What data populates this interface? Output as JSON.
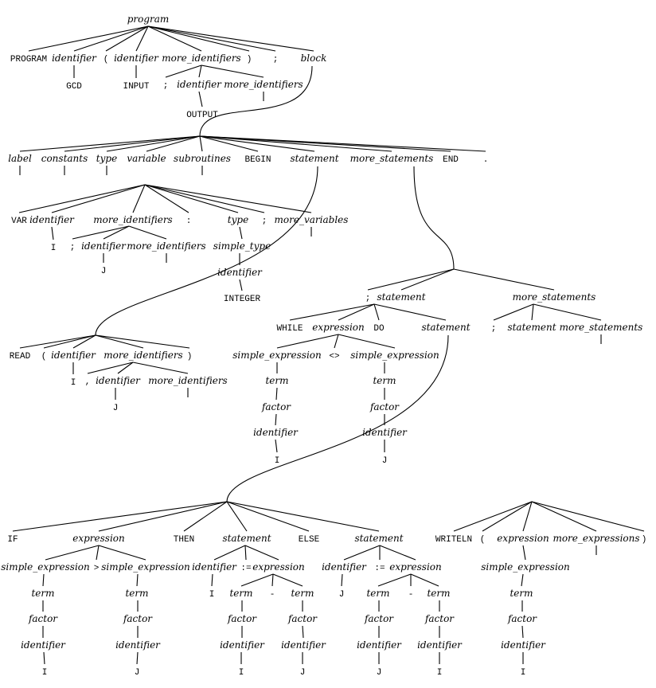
{
  "nodes": [
    {
      "id": "program",
      "label": "program",
      "kind": "nt"
    },
    {
      "id": "p_program",
      "label": "PROGRAM",
      "kind": "t",
      "parent": "program"
    },
    {
      "id": "p_id1",
      "label": "identifier",
      "kind": "nt",
      "parent": "program"
    },
    {
      "id": "p_gcd",
      "label": "GCD",
      "kind": "t",
      "parent": "p_id1"
    },
    {
      "id": "p_lp",
      "label": "(",
      "kind": "t",
      "parent": "program"
    },
    {
      "id": "p_id2",
      "label": "identifier",
      "kind": "nt",
      "parent": "program"
    },
    {
      "id": "p_input",
      "label": "INPUT",
      "kind": "t",
      "parent": "p_id2"
    },
    {
      "id": "p_mi",
      "label": "more_identifiers",
      "kind": "nt",
      "parent": "program"
    },
    {
      "id": "p_mi_semi",
      "label": ";",
      "kind": "t",
      "parent": "p_mi"
    },
    {
      "id": "p_mi_id",
      "label": "identifier",
      "kind": "nt",
      "parent": "p_mi"
    },
    {
      "id": "p_output",
      "label": "OUTPUT",
      "kind": "t",
      "parent": "p_mi_id"
    },
    {
      "id": "p_mi_mi",
      "label": "more_identifiers",
      "kind": "nt",
      "parent": "p_mi",
      "empty": true
    },
    {
      "id": "p_rp",
      "label": ")",
      "kind": "t",
      "parent": "program"
    },
    {
      "id": "p_semi",
      "label": ";",
      "kind": "t",
      "parent": "program"
    },
    {
      "id": "p_block",
      "label": "block",
      "kind": "nt",
      "parent": "program"
    },
    {
      "id": "b_label",
      "label": "label",
      "kind": "nt",
      "parent": "p_block",
      "curve": true,
      "empty": true
    },
    {
      "id": "b_constants",
      "label": "constants",
      "kind": "nt",
      "parent": "p_block",
      "empty": true
    },
    {
      "id": "b_type",
      "label": "type",
      "kind": "nt",
      "parent": "p_block",
      "empty": true
    },
    {
      "id": "b_variable",
      "label": "variable",
      "kind": "nt",
      "parent": "p_block"
    },
    {
      "id": "b_subroutines",
      "label": "subroutines",
      "kind": "nt",
      "parent": "p_block",
      "empty": true
    },
    {
      "id": "b_begin",
      "label": "BEGIN",
      "kind": "t",
      "parent": "p_block"
    },
    {
      "id": "b_statement",
      "label": "statement",
      "kind": "nt",
      "parent": "p_block"
    },
    {
      "id": "b_morestmts",
      "label": "more_statements",
      "kind": "nt",
      "parent": "p_block"
    },
    {
      "id": "b_end",
      "label": "END",
      "kind": "t",
      "parent": "p_block"
    },
    {
      "id": "b_dot",
      "label": ".",
      "kind": "t",
      "parent": "p_block"
    },
    {
      "id": "v_var",
      "label": "VAR",
      "kind": "t",
      "parent": "b_variable"
    },
    {
      "id": "v_id",
      "label": "identifier",
      "kind": "nt",
      "parent": "b_variable"
    },
    {
      "id": "v_i",
      "label": "I",
      "kind": "t",
      "parent": "v_id"
    },
    {
      "id": "v_mi",
      "label": "more_identifiers",
      "kind": "nt",
      "parent": "b_variable"
    },
    {
      "id": "v_mi_semi",
      "label": ";",
      "kind": "t",
      "parent": "v_mi"
    },
    {
      "id": "v_mi_id",
      "label": "identifier",
      "kind": "nt",
      "parent": "v_mi"
    },
    {
      "id": "v_j",
      "label": "J",
      "kind": "t",
      "parent": "v_mi_id"
    },
    {
      "id": "v_mi_mi",
      "label": "more_identifiers",
      "kind": "nt",
      "parent": "v_mi",
      "empty": true
    },
    {
      "id": "v_colon",
      "label": ":",
      "kind": "t",
      "parent": "b_variable"
    },
    {
      "id": "v_type",
      "label": "type",
      "kind": "nt",
      "parent": "b_variable"
    },
    {
      "id": "v_st",
      "label": "simple_type",
      "kind": "nt",
      "parent": "v_type"
    },
    {
      "id": "v_st_id",
      "label": "identifier",
      "kind": "nt",
      "parent": "v_st"
    },
    {
      "id": "v_integer",
      "label": "INTEGER",
      "kind": "t",
      "parent": "v_st_id"
    },
    {
      "id": "v_semi",
      "label": ";",
      "kind": "t",
      "parent": "b_variable"
    },
    {
      "id": "v_mv",
      "label": "more_variables",
      "kind": "nt",
      "parent": "b_variable",
      "empty": true
    },
    {
      "id": "r_read",
      "label": "READ",
      "kind": "t",
      "parent": "b_statement",
      "curve": true
    },
    {
      "id": "r_lp",
      "label": "(",
      "kind": "t",
      "parent": "b_statement"
    },
    {
      "id": "r_id",
      "label": "identifier",
      "kind": "nt",
      "parent": "b_statement"
    },
    {
      "id": "r_i",
      "label": "I",
      "kind": "t",
      "parent": "r_id"
    },
    {
      "id": "r_mi",
      "label": "more_identifiers",
      "kind": "nt",
      "parent": "b_statement"
    },
    {
      "id": "r_mi_comma",
      "label": ",",
      "kind": "t",
      "parent": "r_mi"
    },
    {
      "id": "r_mi_id",
      "label": "identifier",
      "kind": "nt",
      "parent": "r_mi"
    },
    {
      "id": "r_j",
      "label": "J",
      "kind": "t",
      "parent": "r_mi_id"
    },
    {
      "id": "r_mi_mi",
      "label": "more_identifiers",
      "kind": "nt",
      "parent": "r_mi",
      "empty": true
    },
    {
      "id": "r_rp",
      "label": ")",
      "kind": "t",
      "parent": "b_statement"
    },
    {
      "id": "ms_semi",
      "label": ";",
      "kind": "t",
      "parent": "b_morestmts",
      "curve": true
    },
    {
      "id": "ms_stmt",
      "label": "statement",
      "kind": "nt",
      "parent": "b_morestmts"
    },
    {
      "id": "ms_ms",
      "label": "more_statements",
      "kind": "nt",
      "parent": "b_morestmts"
    },
    {
      "id": "w_while",
      "label": "WHILE",
      "kind": "t",
      "parent": "ms_stmt"
    },
    {
      "id": "w_expr",
      "label": "expression",
      "kind": "nt",
      "parent": "ms_stmt"
    },
    {
      "id": "w_se1",
      "label": "simple_expression",
      "kind": "nt",
      "parent": "w_expr"
    },
    {
      "id": "w_term1",
      "label": "term",
      "kind": "nt",
      "parent": "w_se1"
    },
    {
      "id": "w_factor1",
      "label": "factor",
      "kind": "nt",
      "parent": "w_term1"
    },
    {
      "id": "w_id1",
      "label": "identifier",
      "kind": "nt",
      "parent": "w_factor1"
    },
    {
      "id": "w_i",
      "label": "I",
      "kind": "t",
      "parent": "w_id1"
    },
    {
      "id": "w_ne",
      "label": "<>",
      "kind": "t",
      "parent": "w_expr"
    },
    {
      "id": "w_se2",
      "label": "simple_expression",
      "kind": "nt",
      "parent": "w_expr"
    },
    {
      "id": "w_term2",
      "label": "term",
      "kind": "nt",
      "parent": "w_se2"
    },
    {
      "id": "w_factor2",
      "label": "factor",
      "kind": "nt",
      "parent": "w_term2"
    },
    {
      "id": "w_id2",
      "label": "identifier",
      "kind": "nt",
      "parent": "w_factor2"
    },
    {
      "id": "w_j",
      "label": "J",
      "kind": "t",
      "parent": "w_id2"
    },
    {
      "id": "w_do",
      "label": "DO",
      "kind": "t",
      "parent": "ms_stmt"
    },
    {
      "id": "w_stmt",
      "label": "statement",
      "kind": "nt",
      "parent": "ms_stmt"
    },
    {
      "id": "m2_semi",
      "label": ";",
      "kind": "t",
      "parent": "ms_ms"
    },
    {
      "id": "m2_stmt",
      "label": "statement",
      "kind": "nt",
      "parent": "ms_ms"
    },
    {
      "id": "m2_ms",
      "label": "more_statements",
      "kind": "nt",
      "parent": "ms_ms",
      "empty": true
    },
    {
      "id": "if_if",
      "label": "IF",
      "kind": "t",
      "parent": "w_stmt",
      "curve": true
    },
    {
      "id": "if_expr",
      "label": "expression",
      "kind": "nt",
      "parent": "w_stmt"
    },
    {
      "id": "if_se1",
      "label": "simple_expression",
      "kind": "nt",
      "parent": "if_expr"
    },
    {
      "id": "if_term1",
      "label": "term",
      "kind": "nt",
      "parent": "if_se1"
    },
    {
      "id": "if_factor1",
      "label": "factor",
      "kind": "nt",
      "parent": "if_term1"
    },
    {
      "id": "if_id1",
      "label": "identifier",
      "kind": "nt",
      "parent": "if_factor1"
    },
    {
      "id": "if_i",
      "label": "I",
      "kind": "t",
      "parent": "if_id1"
    },
    {
      "id": "if_gt",
      "label": ">",
      "kind": "t",
      "parent": "if_expr"
    },
    {
      "id": "if_se2",
      "label": "simple_expression",
      "kind": "nt",
      "parent": "if_expr"
    },
    {
      "id": "if_term2",
      "label": "term",
      "kind": "nt",
      "parent": "if_se2"
    },
    {
      "id": "if_factor2",
      "label": "factor",
      "kind": "nt",
      "parent": "if_term2"
    },
    {
      "id": "if_id2",
      "label": "identifier",
      "kind": "nt",
      "parent": "if_factor2"
    },
    {
      "id": "if_j",
      "label": "J",
      "kind": "t",
      "parent": "if_id2"
    },
    {
      "id": "if_then",
      "label": "THEN",
      "kind": "t",
      "parent": "w_stmt"
    },
    {
      "id": "if_stmt1",
      "label": "statement",
      "kind": "nt",
      "parent": "w_stmt"
    },
    {
      "id": "a1_id",
      "label": "identifier",
      "kind": "nt",
      "parent": "if_stmt1"
    },
    {
      "id": "a1_i",
      "label": "I",
      "kind": "t",
      "parent": "a1_id"
    },
    {
      "id": "a1_assign",
      "label": ":=",
      "kind": "t",
      "parent": "if_stmt1"
    },
    {
      "id": "a1_expr",
      "label": "expression",
      "kind": "nt",
      "parent": "if_stmt1"
    },
    {
      "id": "a1_term1",
      "label": "term",
      "kind": "nt",
      "parent": "a1_expr"
    },
    {
      "id": "a1_factor1",
      "label": "factor",
      "kind": "nt",
      "parent": "a1_term1"
    },
    {
      "id": "a1_id1",
      "label": "identifier",
      "kind": "nt",
      "parent": "a1_factor1"
    },
    {
      "id": "a1_v1",
      "label": "I",
      "kind": "t",
      "parent": "a1_id1"
    },
    {
      "id": "a1_minus",
      "label": "-",
      "kind": "t",
      "parent": "a1_expr"
    },
    {
      "id": "a1_term2",
      "label": "term",
      "kind": "nt",
      "parent": "a1_expr"
    },
    {
      "id": "a1_factor2",
      "label": "factor",
      "kind": "nt",
      "parent": "a1_term2"
    },
    {
      "id": "a1_id2",
      "label": "identifier",
      "kind": "nt",
      "parent": "a1_factor2"
    },
    {
      "id": "a1_v2",
      "label": "J",
      "kind": "t",
      "parent": "a1_id2"
    },
    {
      "id": "if_else",
      "label": "ELSE",
      "kind": "t",
      "parent": "w_stmt"
    },
    {
      "id": "if_stmt2",
      "label": "statement",
      "kind": "nt",
      "parent": "w_stmt"
    },
    {
      "id": "a2_id",
      "label": "identifier",
      "kind": "nt",
      "parent": "if_stmt2"
    },
    {
      "id": "a2_j",
      "label": "J",
      "kind": "t",
      "parent": "a2_id"
    },
    {
      "id": "a2_assign",
      "label": ":=",
      "kind": "t",
      "parent": "if_stmt2"
    },
    {
      "id": "a2_expr",
      "label": "expression",
      "kind": "nt",
      "parent": "if_stmt2"
    },
    {
      "id": "a2_term1",
      "label": "term",
      "kind": "nt",
      "parent": "a2_expr"
    },
    {
      "id": "a2_factor1",
      "label": "factor",
      "kind": "nt",
      "parent": "a2_term1"
    },
    {
      "id": "a2_id1",
      "label": "identifier",
      "kind": "nt",
      "parent": "a2_factor1"
    },
    {
      "id": "a2_v1",
      "label": "J",
      "kind": "t",
      "parent": "a2_id1"
    },
    {
      "id": "a2_minus",
      "label": "-",
      "kind": "t",
      "parent": "a2_expr"
    },
    {
      "id": "a2_term2",
      "label": "term",
      "kind": "nt",
      "parent": "a2_expr"
    },
    {
      "id": "a2_factor2",
      "label": "factor",
      "kind": "nt",
      "parent": "a2_term2"
    },
    {
      "id": "a2_id2",
      "label": "identifier",
      "kind": "nt",
      "parent": "a2_factor2"
    },
    {
      "id": "a2_v2",
      "label": "I",
      "kind": "t",
      "parent": "a2_id2"
    },
    {
      "id": "wr_writeln",
      "label": "WRITELN",
      "kind": "t",
      "parent": "m2_stmt"
    },
    {
      "id": "wr_lp",
      "label": "(",
      "kind": "t",
      "parent": "m2_stmt"
    },
    {
      "id": "wr_expr",
      "label": "expression",
      "kind": "nt",
      "parent": "m2_stmt"
    },
    {
      "id": "wr_se",
      "label": "simple_expression",
      "kind": "nt",
      "parent": "wr_expr"
    },
    {
      "id": "wr_term",
      "label": "term",
      "kind": "nt",
      "parent": "wr_se"
    },
    {
      "id": "wr_factor",
      "label": "factor",
      "kind": "nt",
      "parent": "wr_term"
    },
    {
      "id": "wr_id",
      "label": "identifier",
      "kind": "nt",
      "parent": "wr_factor"
    },
    {
      "id": "wr_i",
      "label": "I",
      "kind": "t",
      "parent": "wr_id"
    },
    {
      "id": "wr_me",
      "label": "more_expressions",
      "kind": "nt",
      "parent": "m2_stmt",
      "empty": true
    },
    {
      "id": "wr_rp",
      "label": ")",
      "kind": "t",
      "parent": "m2_stmt"
    }
  ]
}
